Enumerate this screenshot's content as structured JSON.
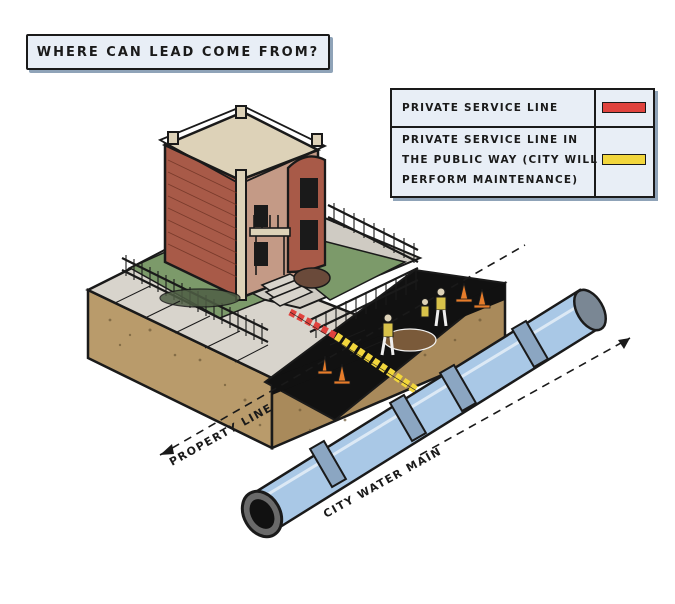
{
  "title": "WHERE CAN LEAD COME FROM?",
  "legend": {
    "items": [
      {
        "label": "PRIVATE SERVICE LINE",
        "color": "#e0433e"
      },
      {
        "label_lines": [
          "PRIVATE SERVICE LINE IN",
          "THE PUBLIC WAY (CITY WILL",
          "PERFORM MAINTENANCE)"
        ],
        "color": "#f2d63c"
      }
    ]
  },
  "labels": {
    "property_line": "PROPERTY LINE",
    "city_water_main": "CITY WATER MAIN"
  }
}
